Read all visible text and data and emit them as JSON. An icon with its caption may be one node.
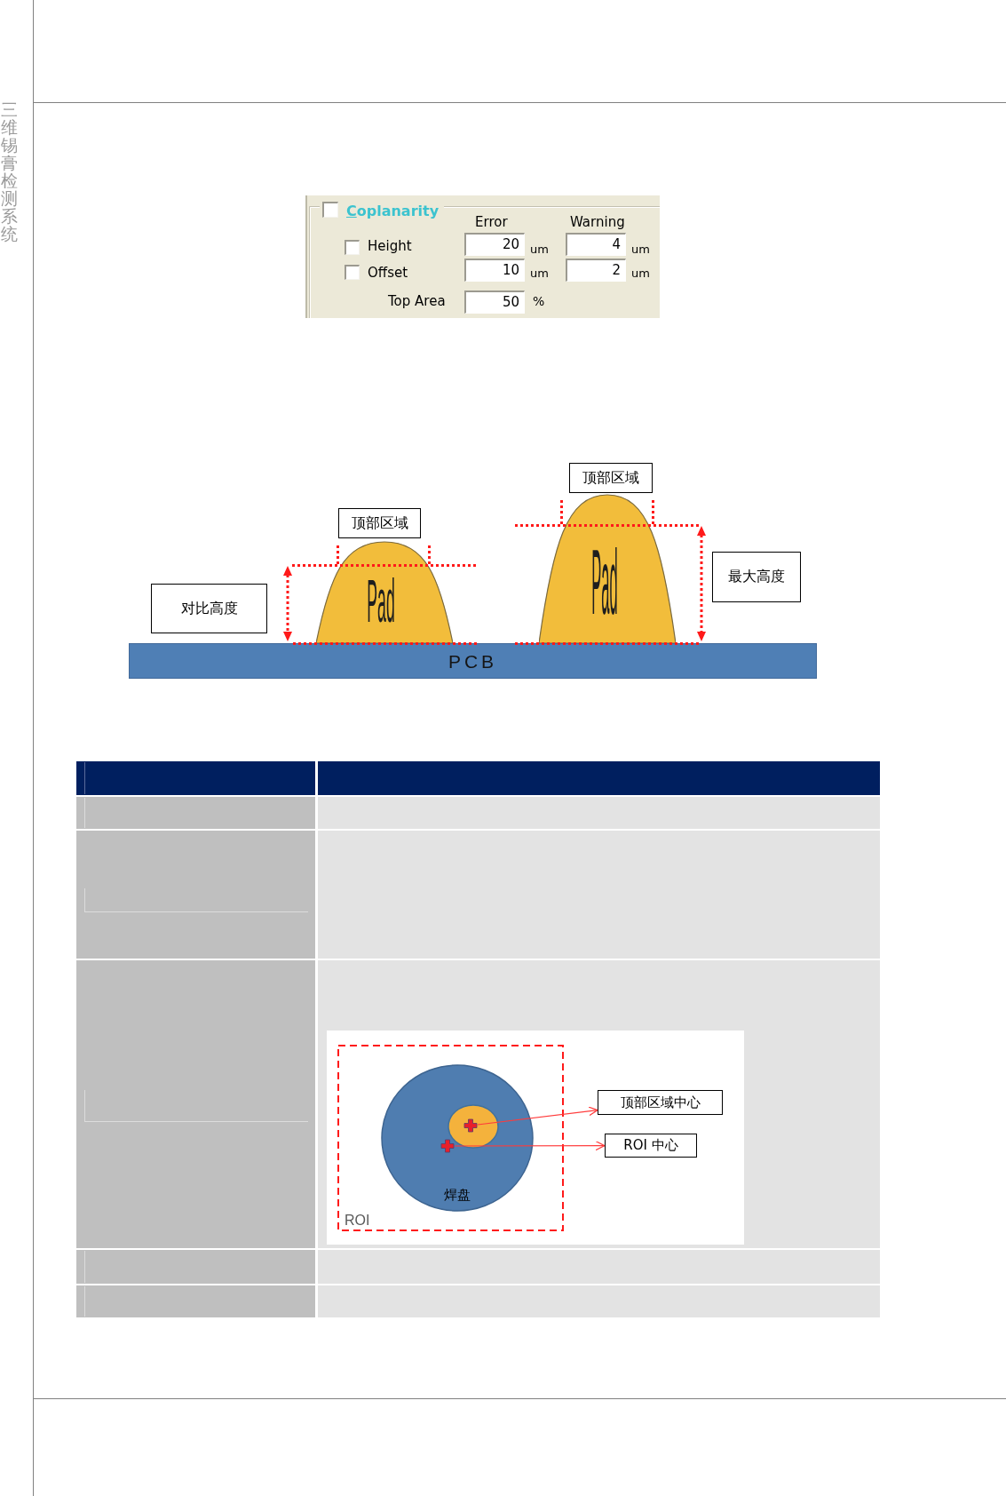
{
  "diagram": {
    "nodes": [
      {
        "text": [
          "Coplanarity"
        ]
      },
      {
        "text": [
          "20"
        ],
        "in": 0
      },
      {
        "text": [
          "4"
        ],
        "in": 0
      },
      {
        "text": [
          "10"
        ],
        "in": 0
      },
      {
        "text": [
          "2"
        ],
        "in": 0
      },
      {
        "text": [
          "50"
        ],
        "in": 0
      },
      {
        "text": [
          "顶部区域"
        ]
      },
      {
        "text": [
          "顶部区域"
        ]
      },
      {
        "text": [
          "最大高度"
        ]
      },
      {
        "text": [
          "对比高度"
        ]
      },
      {
        "text": [
          "Pad"
        ]
      },
      {
        "text": [
          "Pad"
        ]
      },
      {
        "text": [
          "PCB"
        ]
      },
      {
        "text": [
          "ROI"
        ]
      },
      {
        "text": [
          "焊盘"
        ],
        "in": 13
      },
      {
        "text": [],
        "shape": "ellipse",
        "in": 14
      },
      {
        "text": [],
        "shape": "cross",
        "in": 15
      },
      {
        "text": [],
        "shape": "cross",
        "in": 14
      },
      {
        "text": [
          "顶部区域中心"
        ]
      },
      {
        "text": [
          "ROI 中心"
        ]
      }
    ],
    "edges": [
      {
        "from": 16,
        "to": 18,
        "arrow": "to"
      },
      {
        "from": 17,
        "to": 19,
        "arrow": "to"
      }
    ],
    "labels": [
      "三维锡膏检测系统",
      "Error",
      "Warning",
      "Height",
      "um",
      "um",
      "Offset",
      "um",
      "um",
      "Top Area",
      "%"
    ]
  }
}
